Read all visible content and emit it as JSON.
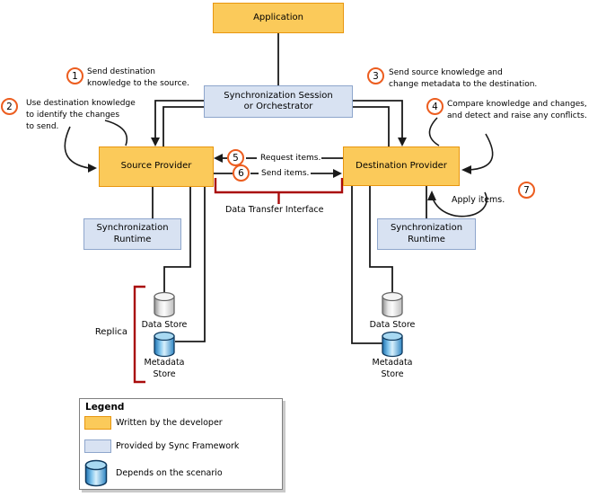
{
  "diagram": {
    "title_hint": "Sync Framework synchronization flow",
    "boxes": {
      "application": {
        "label": "Application"
      },
      "session": {
        "lines": [
          "Synchronization Session",
          "or Orchestrator"
        ]
      },
      "source_provider": {
        "label": "Source Provider"
      },
      "destination_provider": {
        "label": "Destination Provider"
      },
      "runtime_left": {
        "lines": [
          "Synchronization",
          "Runtime"
        ]
      },
      "runtime_right": {
        "lines": [
          "Synchronization",
          "Runtime"
        ]
      }
    },
    "steps": [
      {
        "num": "1",
        "lines": [
          "Send destination",
          "knowledge to the source."
        ]
      },
      {
        "num": "2",
        "lines": [
          "Use destination knowledge",
          "to identify the changes",
          "to send."
        ]
      },
      {
        "num": "3",
        "lines": [
          "Send source knowledge and",
          "change metadata to the destination."
        ]
      },
      {
        "num": "4",
        "lines": [
          "Compare knowledge and changes,",
          "and detect and raise any conflicts."
        ]
      },
      {
        "num": "5",
        "lines": [
          "Request items."
        ]
      },
      {
        "num": "6",
        "lines": [
          "Send items."
        ]
      },
      {
        "num": "7",
        "lines": [
          "Apply items."
        ]
      }
    ],
    "labels": {
      "data_transfer": "Data Transfer Interface",
      "replica": "Replica",
      "data_store_left": "Data Store",
      "data_store_right": "Data Store",
      "metadata_store_left": [
        "Metadata",
        "Store"
      ],
      "metadata_store_right": [
        "Metadata",
        "Store"
      ]
    },
    "legend": {
      "title": "Legend",
      "items": [
        {
          "swatch": "developer-orange-box",
          "label": "Written by the developer"
        },
        {
          "swatch": "framework-blue-box",
          "label": "Provided by Sync Framework"
        },
        {
          "swatch": "scenario-database-cylinder",
          "label": "Depends on the scenario"
        }
      ]
    },
    "colors": {
      "developer_fill": "#FBCA5A",
      "developer_border": "#E8960F",
      "framework_fill": "#D8E2F2",
      "framework_border": "#8EA6CC",
      "step_circle_ring": "#EC5D1F",
      "bracket_red": "#A90C0C",
      "line_black": "#1A1A1A",
      "cylinder_blue": "#2F86C3",
      "cylinder_gray": "#BDBDBD"
    }
  }
}
